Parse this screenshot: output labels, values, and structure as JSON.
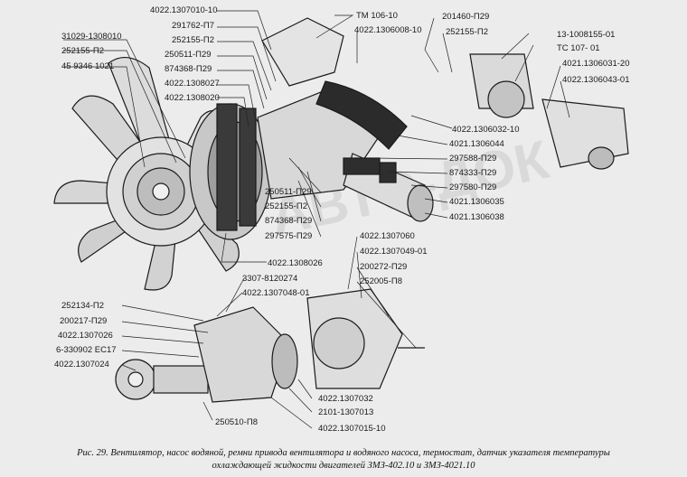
{
  "labels": {
    "l_31029_1308010": "31029-1308010",
    "l_252155_p2_a": "252155-П2",
    "l_45_9346_1021": "45 9346 1021",
    "l_4022_1307010_10": "4022.1307010-10",
    "l_291762_p7": "291762-П7",
    "l_252155_p2_b": "252155-П2",
    "l_250511_p29_a": "250511-П29",
    "l_874368_p29_a": "874368-П29",
    "l_4022_1308027": "4022.1308027",
    "l_4022_1308020": "4022.1308020",
    "l_tm106_10": "ТМ 106-10",
    "l_4022_1306008_10": "4022.1306008-10",
    "l_201460_p29": "201460-П29",
    "l_252155_p2_c": "252155-П2",
    "l_13_1008155_01": "13-1008155-01",
    "l_tc107_01": "ТС 107- 01",
    "l_4021_1306031_20": "4021.1306031-20",
    "l_4022_1306043_01": "4022.1306043-01",
    "l_4022_1306032_10": "4022.1306032-10",
    "l_4021_1306044": "4021.1306044",
    "l_297588_p29": "297588-П29",
    "l_874333_p29": "874333-П29",
    "l_297580_p29": "297580-П29",
    "l_4021_1306035": "4021.1306035",
    "l_4021_1306038": "4021.1306038",
    "l_250511_p29_b": "250511-П29",
    "l_252155_p2_d": "252155-П2",
    "l_874368_p29_b": "874368-П29",
    "l_297575_p29": "297575-П29",
    "l_4022_1308026": "4022.1308026",
    "l_4022_1307060": "4022.1307060",
    "l_4022_1307049_01": "4022.1307049-01",
    "l_200272_p29": "200272-П29",
    "l_252005_p8": "252005-П8",
    "l_3307_8120274": "3307-8120274",
    "l_4022_1307048_01": "4022.1307048-01",
    "l_252134_p2": "252134-П2",
    "l_200217_p29": "200217-П29",
    "l_4022_1307026": "4022.1307026",
    "l_6_330902_ec17": "6-330902 ЕС17",
    "l_4022_1307024": "4022.1307024",
    "l_250510_p8": "250510-П8",
    "l_4022_1307032": "4022.1307032",
    "l_2101_1307013": "2101-1307013",
    "l_4022_1307015_10": "4022.1307015-10"
  },
  "caption": {
    "line1": "Рис. 29. Вентилятор, насос водяной, ремни привода вентилятора и водяного насоса, термостат, датчик указателя температуры",
    "line2": "охлаждающей жидкости двигателей ЗМЗ-402.10 и ЗМЗ-4021.10"
  },
  "watermark": "АВТО-ДОК"
}
